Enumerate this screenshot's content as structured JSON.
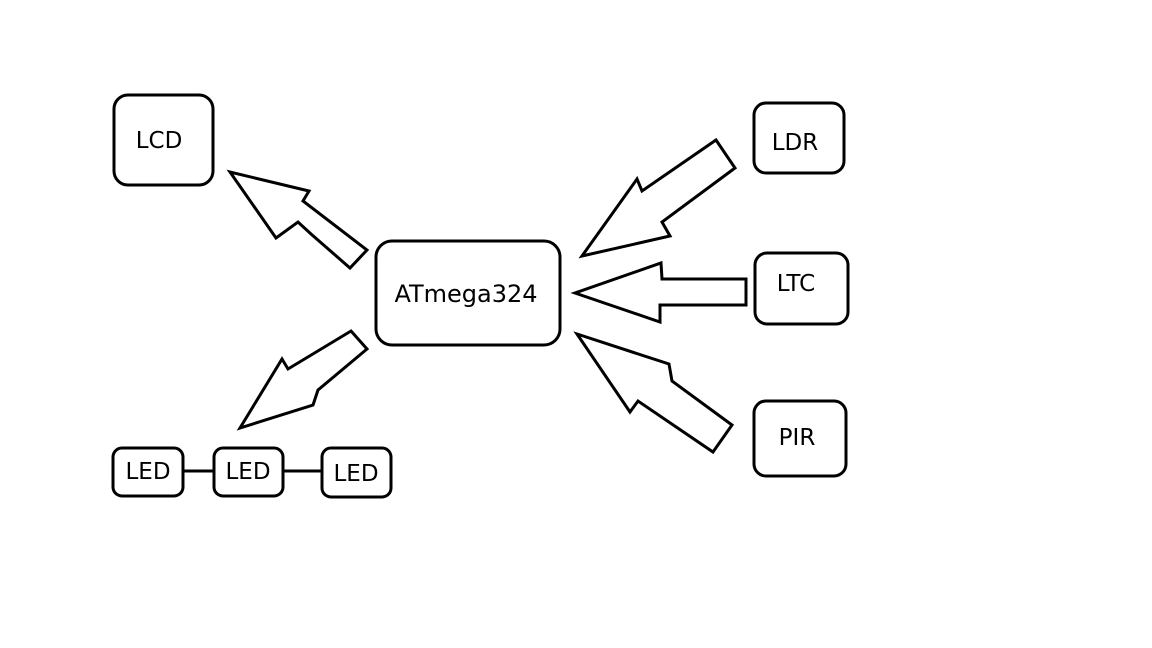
{
  "diagram": {
    "nodes": {
      "lcd": "LCD",
      "mcu": "ATmega324",
      "ldr": "LDR",
      "ltc": "LTC",
      "pir": "PIR",
      "led_1": "LED",
      "led_2": "LED",
      "led_3": "LED"
    },
    "edges": [
      {
        "from": "mcu",
        "to": "lcd"
      },
      {
        "from": "mcu",
        "to": "led_1"
      },
      {
        "from": "ldr",
        "to": "mcu"
      },
      {
        "from": "ltc",
        "to": "mcu"
      },
      {
        "from": "pir",
        "to": "mcu"
      },
      {
        "from": "led_1",
        "to": "led_2"
      },
      {
        "from": "led_2",
        "to": "led_3"
      }
    ]
  }
}
